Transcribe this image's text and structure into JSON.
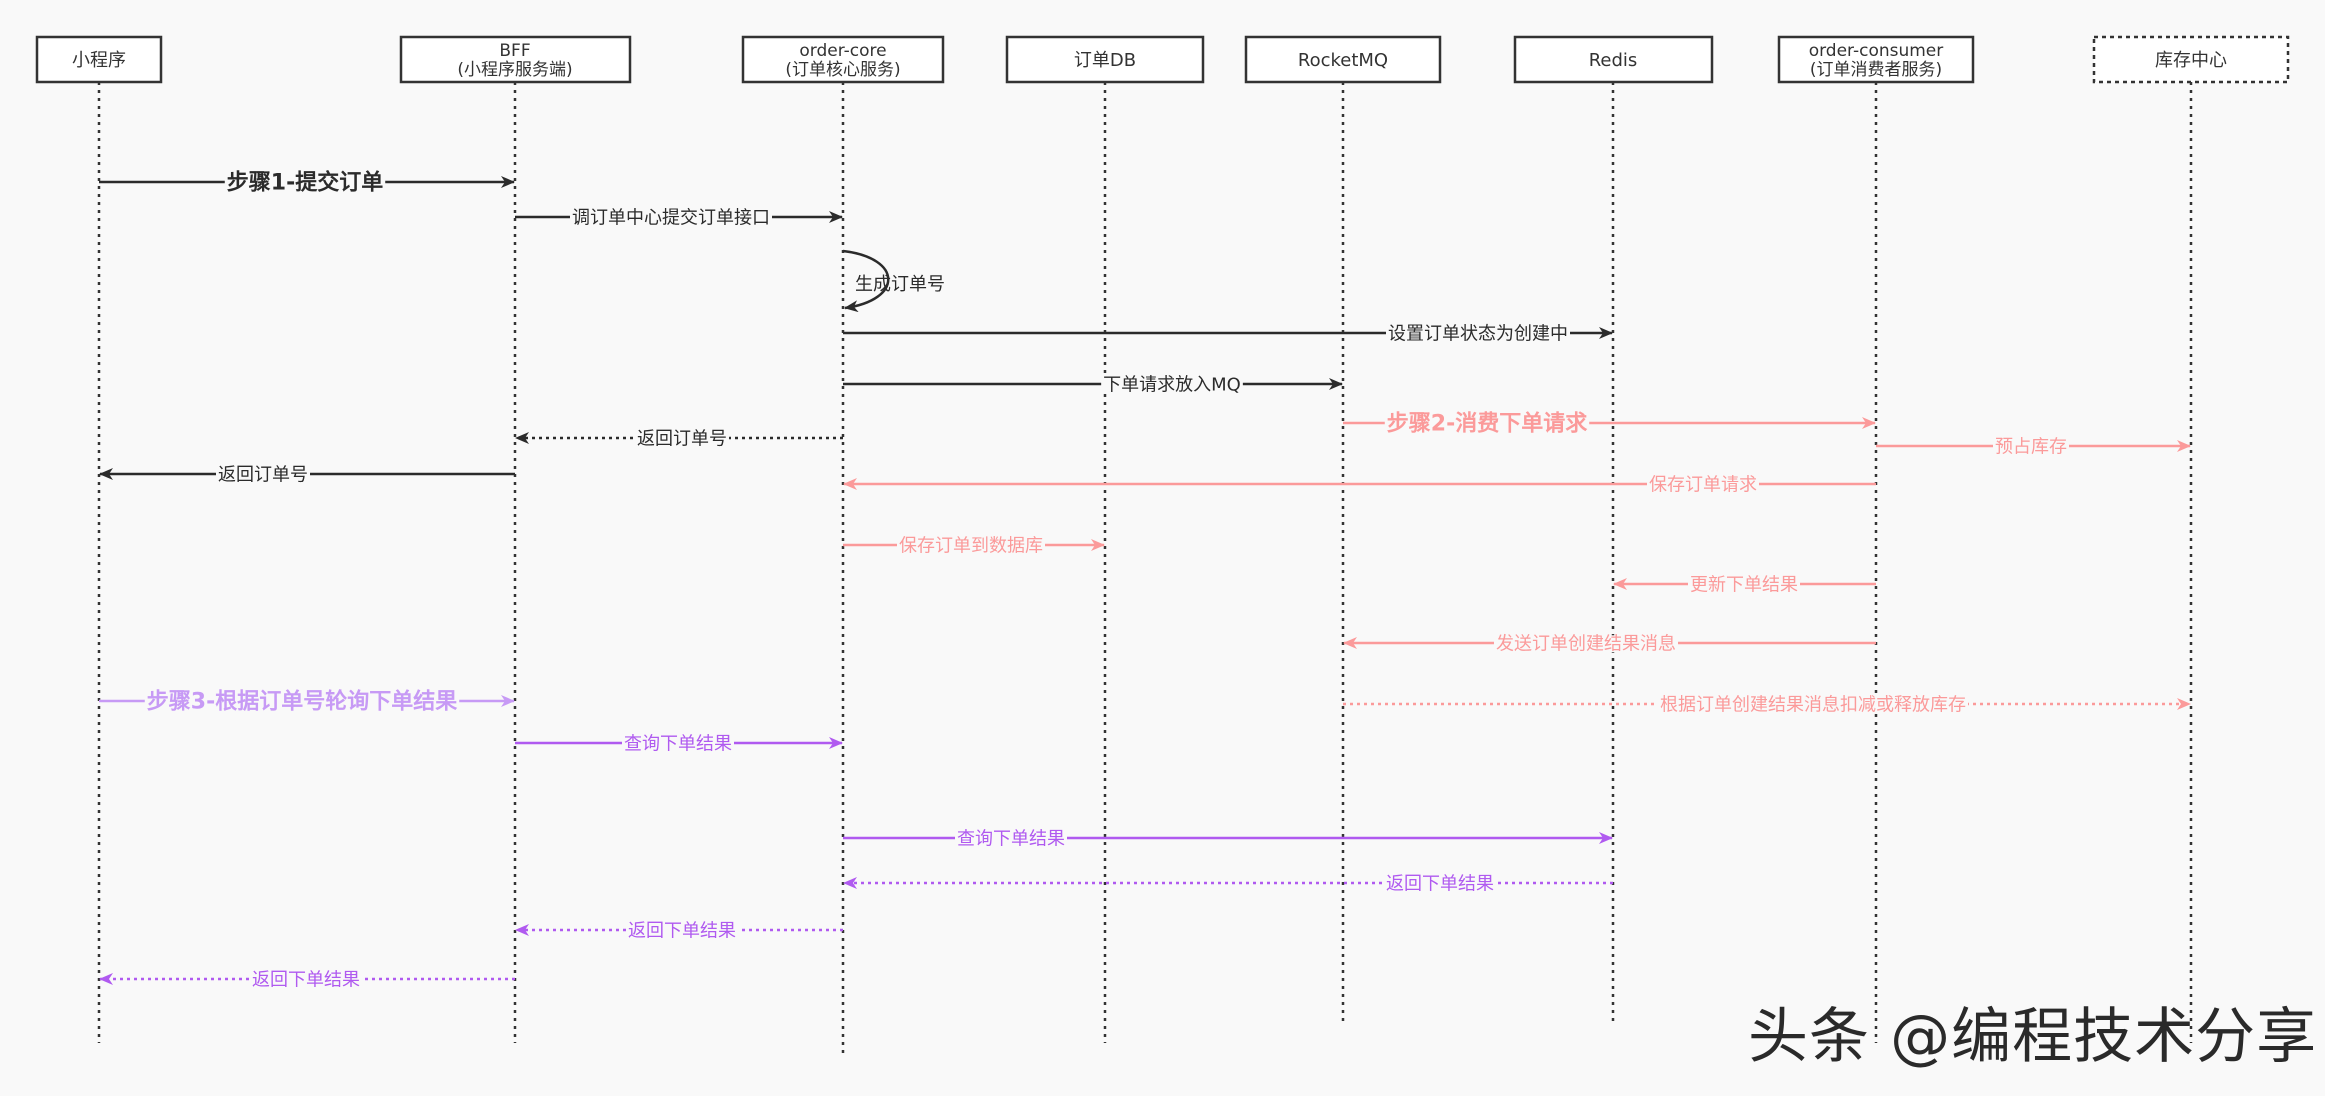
{
  "diagram": {
    "participants": [
      {
        "id": "miniapp",
        "lines": [
          "小程序"
        ],
        "dashed": false
      },
      {
        "id": "bff",
        "lines": [
          "BFF",
          "(小程序服务端)"
        ],
        "dashed": false
      },
      {
        "id": "order-core",
        "lines": [
          "order-core",
          "(订单核心服务)"
        ],
        "dashed": false
      },
      {
        "id": "order-db",
        "lines": [
          "订单DB"
        ],
        "dashed": false
      },
      {
        "id": "rocketmq",
        "lines": [
          "RocketMQ"
        ],
        "dashed": false
      },
      {
        "id": "redis",
        "lines": [
          "Redis"
        ],
        "dashed": false
      },
      {
        "id": "order-consumer",
        "lines": [
          "order-consumer",
          "(订单消费者服务)"
        ],
        "dashed": false
      },
      {
        "id": "inventory",
        "lines": [
          "库存中心"
        ],
        "dashed": true
      }
    ],
    "messages": [
      {
        "from": "miniapp",
        "to": "bff",
        "label": "步骤1-提交订单",
        "style": "solid",
        "color": "black",
        "bold": true
      },
      {
        "from": "bff",
        "to": "order-core",
        "label": "调订单中心提交订单接口",
        "style": "solid",
        "color": "black",
        "bold": false
      },
      {
        "from": "order-core",
        "to": "order-core",
        "label": "生成订单号",
        "style": "self",
        "color": "black",
        "bold": false
      },
      {
        "from": "order-core",
        "to": "redis",
        "label": "设置订单状态为创建中",
        "style": "solid",
        "color": "black",
        "bold": false
      },
      {
        "from": "order-core",
        "to": "rocketmq",
        "label": "下单请求放入MQ",
        "style": "solid",
        "color": "black",
        "bold": false
      },
      {
        "from": "rocketmq",
        "to": "order-consumer",
        "label": "步骤2-消费下单请求",
        "style": "solid",
        "color": "pink",
        "bold": true
      },
      {
        "from": "order-core",
        "to": "bff",
        "label": "返回订单号",
        "style": "dotted",
        "color": "black",
        "bold": false
      },
      {
        "from": "order-consumer",
        "to": "inventory",
        "label": "预占库存",
        "style": "solid",
        "color": "pink",
        "bold": false
      },
      {
        "from": "bff",
        "to": "miniapp",
        "label": "返回订单号",
        "style": "solid",
        "color": "black",
        "bold": false
      },
      {
        "from": "order-consumer",
        "to": "order-core",
        "label": "保存订单请求",
        "style": "solid",
        "color": "pink",
        "bold": false
      },
      {
        "from": "order-core",
        "to": "order-db",
        "label": "保存订单到数据库",
        "style": "solid",
        "color": "pink",
        "bold": false
      },
      {
        "from": "order-consumer",
        "to": "redis",
        "label": "更新下单结果",
        "style": "solid",
        "color": "pink",
        "bold": false
      },
      {
        "from": "order-consumer",
        "to": "rocketmq",
        "label": "发送订单创建结果消息",
        "style": "solid",
        "color": "pink",
        "bold": false
      },
      {
        "from": "miniapp",
        "to": "bff",
        "label": "步骤3-根据订单号轮询下单结果",
        "style": "solid",
        "color": "lightpurple",
        "bold": true
      },
      {
        "from": "rocketmq",
        "to": "inventory",
        "label": "根据订单创建结果消息扣减或释放库存",
        "style": "dotted",
        "color": "pink",
        "bold": false
      },
      {
        "from": "bff",
        "to": "order-core",
        "label": "查询下单结果",
        "style": "solid",
        "color": "purple",
        "bold": false
      },
      {
        "from": "order-core",
        "to": "redis",
        "label": "查询下单结果",
        "style": "solid",
        "color": "purple",
        "bold": false
      },
      {
        "from": "redis",
        "to": "order-core",
        "label": "返回下单结果",
        "style": "dotted",
        "color": "purple",
        "bold": false
      },
      {
        "from": "order-core",
        "to": "bff",
        "label": "返回下单结果",
        "style": "dotted",
        "color": "purple",
        "bold": false
      },
      {
        "from": "bff",
        "to": "miniapp",
        "label": "返回下单结果",
        "style": "dotted",
        "color": "purple",
        "bold": false
      }
    ],
    "colors": {
      "black": "#2b2b2b",
      "pink": "#fb9a9a",
      "purple": "#b05af0",
      "lightpurple": "#c79af5"
    }
  },
  "watermark": "头条 @编程技术分享"
}
